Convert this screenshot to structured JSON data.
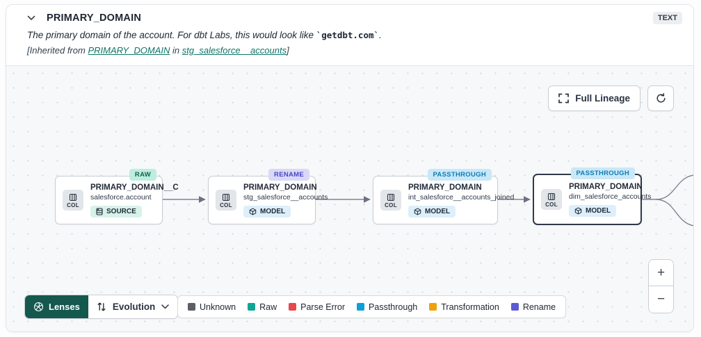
{
  "header": {
    "title": "PRIMARY_DOMAIN",
    "type_badge": "TEXT",
    "description_prefix": "The primary domain of the account. For dbt Labs, this would look like ",
    "description_code": "`getdbt.com`",
    "description_suffix": ".",
    "inherited_prefix": "[Inherited from ",
    "inherited_link_column": "PRIMARY_DOMAIN",
    "inherited_middle": " in ",
    "inherited_link_model": "stg_salesforce__accounts",
    "inherited_suffix": "]"
  },
  "toolbar": {
    "full_lineage_label": "Full Lineage"
  },
  "nodes": [
    {
      "status": "RAW",
      "title": "PRIMARY_DOMAIN__C",
      "subtitle": "salesforce.account",
      "resource_type": "SOURCE",
      "col_label": "COL"
    },
    {
      "status": "RENAME",
      "title": "PRIMARY_DOMAIN",
      "subtitle": "stg_salesforce__accounts",
      "resource_type": "MODEL",
      "col_label": "COL"
    },
    {
      "status": "PASSTHROUGH",
      "title": "PRIMARY_DOMAIN",
      "subtitle": "int_salesforce__accounts_joined",
      "resource_type": "MODEL",
      "col_label": "COL"
    },
    {
      "status": "PASSTHROUGH",
      "title": "PRIMARY_DOMAIN",
      "subtitle": "dim_salesforce_accounts",
      "resource_type": "MODEL",
      "col_label": "COL",
      "selected": true
    }
  ],
  "status_colors": {
    "raw_bg": "#bdeedd",
    "raw_text": "#145f51",
    "rename_bg": "#d9d8f7",
    "rename_text": "#4a44c4",
    "passthrough_bg": "#c9e8f8",
    "passthrough_text": "#0f7cb4"
  },
  "controls": {
    "lenses_label": "Lenses",
    "lens_selected": "Evolution"
  },
  "legend": {
    "items": [
      {
        "label": "Unknown",
        "color": "#5c5f66"
      },
      {
        "label": "Raw",
        "color": "#12a594"
      },
      {
        "label": "Parse Error",
        "color": "#e5484d"
      },
      {
        "label": "Passthrough",
        "color": "#0e9fd8"
      },
      {
        "label": "Transformation",
        "color": "#efa00b"
      },
      {
        "label": "Rename",
        "color": "#5b5bd6"
      }
    ]
  },
  "zoom_controls": {
    "zoom_in": "+",
    "zoom_out": "−"
  }
}
